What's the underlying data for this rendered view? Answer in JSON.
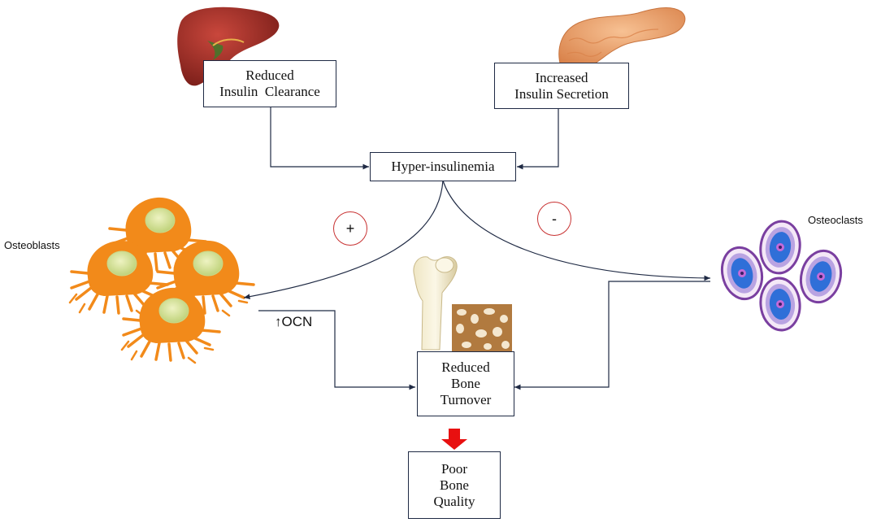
{
  "boxes": {
    "reduced_clearance": [
      "Reduced",
      "Insulin  Clearance"
    ],
    "increased_secretion": [
      "Increased",
      "Insulin Secretion"
    ],
    "hyperinsulinemia": "Hyper-insulinemia",
    "reduced_turnover": [
      "Reduced",
      "Bone",
      "Turnover"
    ],
    "poor_quality": [
      "Poor",
      "Bone",
      "Quality"
    ]
  },
  "labels": {
    "osteoblasts": "Osteoblasts",
    "osteoclasts": "Osteoclasts",
    "ocn": "↑OCN"
  },
  "signs": {
    "plus": "+",
    "minus": "-"
  },
  "icons": [
    "liver-icon",
    "pancreas-icon",
    "osteoblast-cell-icon",
    "osteoclast-cell-icon",
    "femur-bone-icon",
    "trabecular-bone-icon",
    "red-down-arrow-icon"
  ],
  "colors": {
    "line": "#1f2a44",
    "sign_circle": "#c83232",
    "osteoblast": "#f28a1a",
    "osteoblast_nucleus": "#d8e49a",
    "osteoclast_outer": "#7a3fa0",
    "osteoclast_core": "#2f6fd8",
    "liver": "#a8322a",
    "pancreas": "#f0a36a",
    "arrow_red": "#e81010"
  }
}
